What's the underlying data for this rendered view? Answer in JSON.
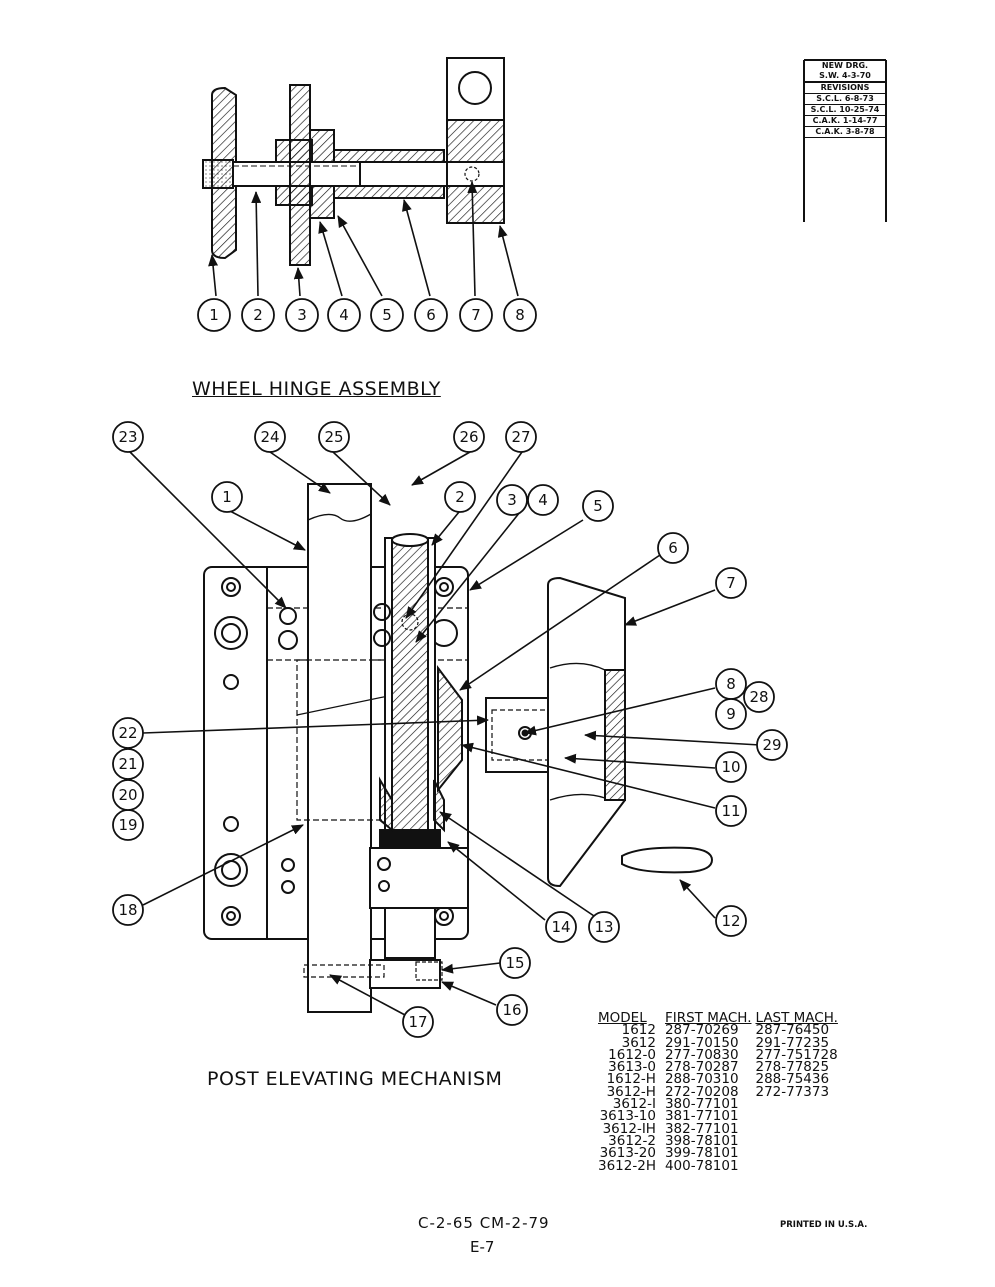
{
  "titles": {
    "wheel_hinge": "WHEEL HINGE ASSEMBLY",
    "post_elevating": "POST ELEVATING MECHANISM"
  },
  "revision_box": {
    "header_line1": "NEW DRG.",
    "header_line2": "S.W. 4-3-70",
    "label": "REVISIONS",
    "entries": [
      "S.C.L. 6-8-73",
      "S.C.L. 10-25-74",
      "C.A.K. 1-14-77",
      "C.A.K. 3-8-78"
    ]
  },
  "wheel_hinge_callouts": [
    "1",
    "2",
    "3",
    "4",
    "5",
    "6",
    "7",
    "8"
  ],
  "post_callouts": [
    "1",
    "2",
    "3",
    "4",
    "5",
    "6",
    "7",
    "8",
    "9",
    "10",
    "11",
    "12",
    "13",
    "14",
    "15",
    "16",
    "17",
    "18",
    "19",
    "20",
    "21",
    "22",
    "23",
    "24",
    "25",
    "26",
    "27",
    "28",
    "29"
  ],
  "model_table": {
    "headers": [
      "MODEL",
      "FIRST MACH.",
      "LAST MACH."
    ],
    "rows": [
      [
        "1612",
        "287-70269",
        "287-76450"
      ],
      [
        "3612",
        "291-70150",
        "291-77235"
      ],
      [
        "1612-0",
        "277-70830",
        "277-751728"
      ],
      [
        "3613-0",
        "278-70287",
        "278-77825"
      ],
      [
        "1612-H",
        "288-70310",
        "288-75436"
      ],
      [
        "3612-H",
        "272-70208",
        "272-77373"
      ],
      [
        "3612-I",
        "380-77101",
        ""
      ],
      [
        "3613-10",
        "381-77101",
        ""
      ],
      [
        "3612-IH",
        "382-77101",
        ""
      ],
      [
        "3612-2",
        "398-78101",
        ""
      ],
      [
        "3613-20",
        "399-78101",
        ""
      ],
      [
        "3612-2H",
        "400-78101",
        ""
      ]
    ]
  },
  "footer": {
    "code": "C-2-65 CM-2-79",
    "page": "E-7",
    "printed": "PRINTED IN U.S.A."
  }
}
